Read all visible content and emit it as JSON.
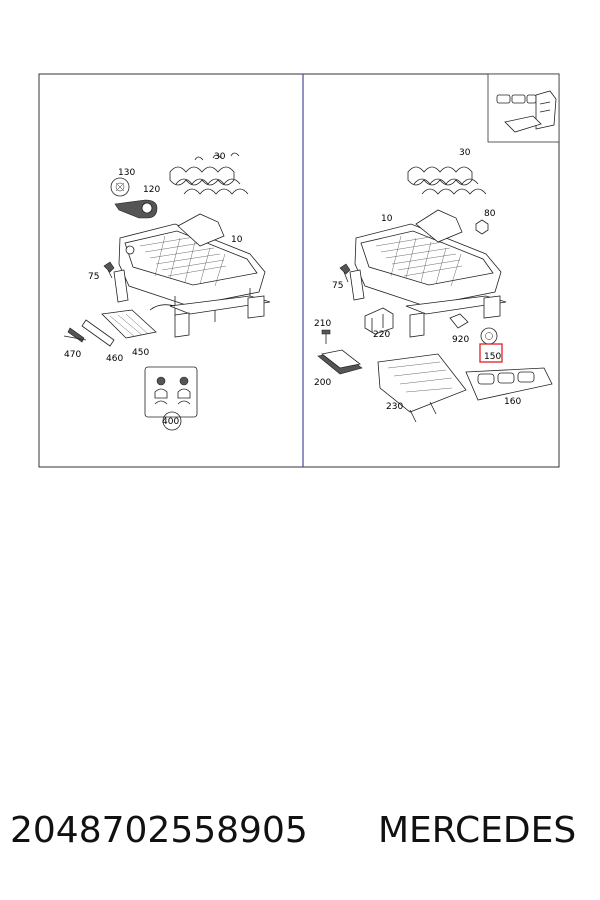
{
  "diagram": {
    "left_panel": {
      "labels": {
        "l30": "30",
        "l130": "130",
        "l120": "120",
        "l10": "10",
        "l75": "75",
        "l470": "470",
        "l460": "460",
        "l450": "450",
        "l400": "400"
      }
    },
    "right_panel": {
      "labels": {
        "l30": "30",
        "l10": "10",
        "l80": "80",
        "l75": "75",
        "l210": "210",
        "l220": "220",
        "l920": "920",
        "l150": "150",
        "l200": "200",
        "l230": "230",
        "l160": "160"
      },
      "highlighted_part": "150",
      "highlight_color": "#e03030"
    }
  },
  "caption": {
    "part_number": "2048702558905",
    "brand": "MERCEDES"
  },
  "colors": {
    "frame_right_panel": "#4a4a9a",
    "frame_left_panel": "#333333"
  }
}
